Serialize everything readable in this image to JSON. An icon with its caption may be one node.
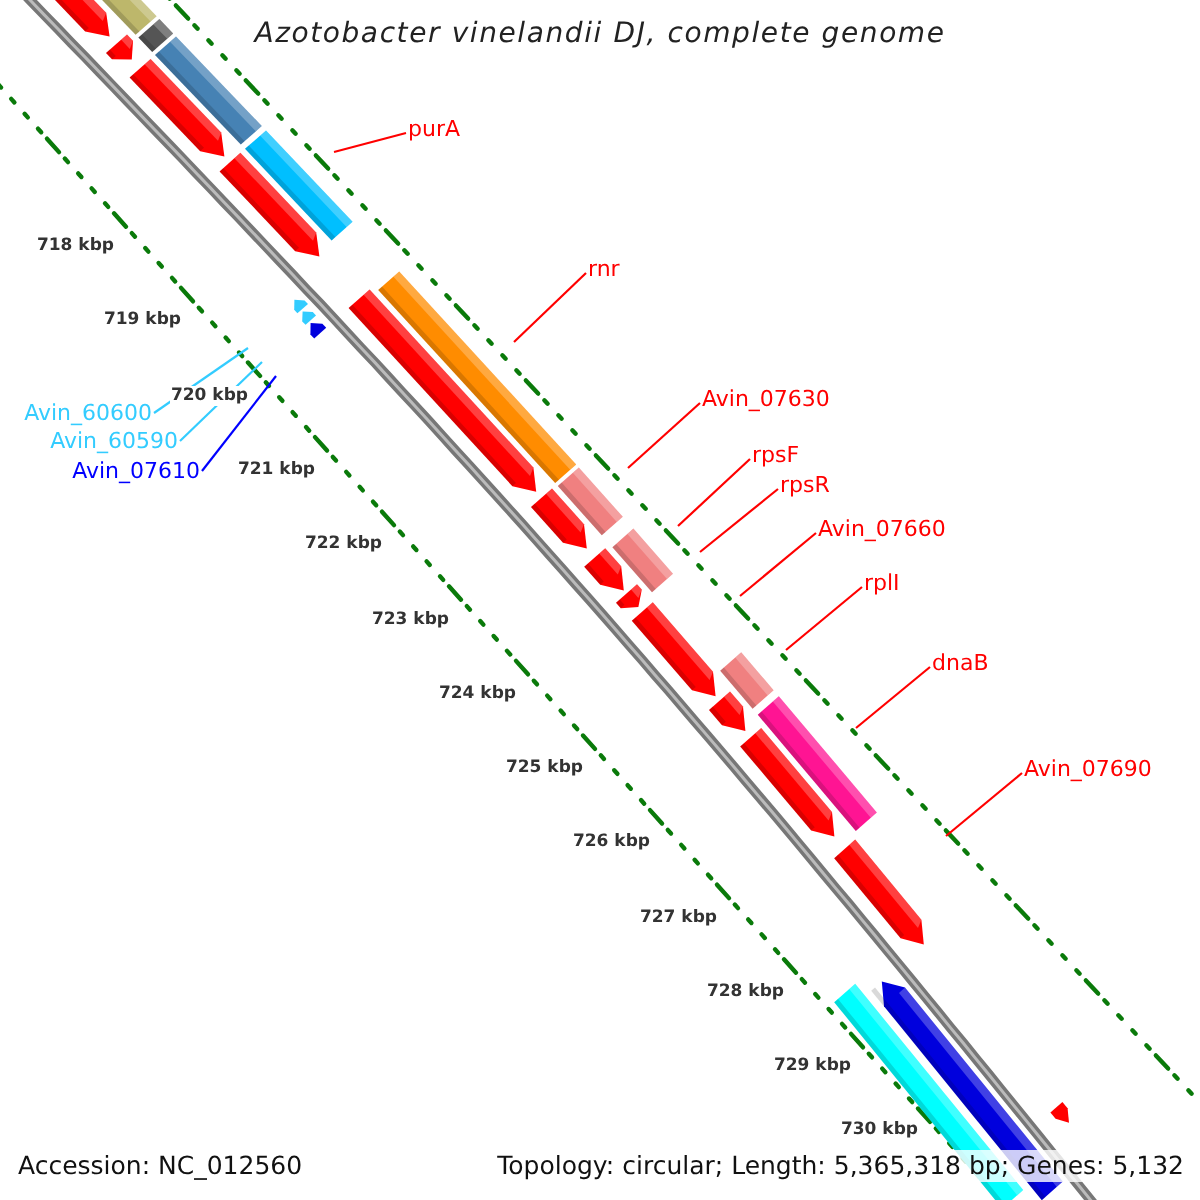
{
  "diagram": {
    "title": "Azotobacter vinelandii DJ, complete genome",
    "nodes": [
      {
        "text": [
          "purA"
        ]
      },
      {
        "text": [
          "rnr"
        ]
      },
      {
        "text": [
          "Avin_07630"
        ]
      },
      {
        "text": [
          "rpsF"
        ]
      },
      {
        "text": [
          "rpsR"
        ]
      },
      {
        "text": [
          "Avin_07660"
        ]
      },
      {
        "text": [
          "rplI"
        ]
      },
      {
        "text": [
          "dnaB"
        ]
      },
      {
        "text": [
          "Avin_07690"
        ]
      },
      {
        "text": [
          "Avin_60600"
        ]
      },
      {
        "text": [
          "Avin_60590"
        ]
      },
      {
        "text": [
          "Avin_07610"
        ]
      }
    ],
    "edges": [
      {
        "from": 0,
        "to": null,
        "arrow": "none"
      },
      {
        "from": 1,
        "to": null,
        "arrow": "none"
      },
      {
        "from": 2,
        "to": null,
        "arrow": "none"
      },
      {
        "from": 3,
        "to": null,
        "arrow": "none"
      },
      {
        "from": 4,
        "to": null,
        "arrow": "none"
      },
      {
        "from": 5,
        "to": null,
        "arrow": "none"
      },
      {
        "from": 6,
        "to": null,
        "arrow": "none"
      },
      {
        "from": 7,
        "to": null,
        "arrow": "none"
      },
      {
        "from": 8,
        "to": null,
        "arrow": "none"
      },
      {
        "from": 9,
        "to": null,
        "arrow": "none",
        "color": "#33ccff"
      },
      {
        "from": 10,
        "to": null,
        "arrow": "none",
        "color": "#33ccff"
      },
      {
        "from": 11,
        "to": null,
        "arrow": "none",
        "color": "#0000ff"
      }
    ],
    "labels": [
      "718 kbp",
      "719 kbp",
      "720 kbp",
      "721 kbp",
      "722 kbp",
      "723 kbp",
      "724 kbp",
      "725 kbp",
      "726 kbp",
      "727 kbp",
      "728 kbp",
      "729 kbp",
      "730 kbp",
      "Accession: NC_012560",
      "Topology: circular; Length: 5,365,318 bp; Genes: 5,132"
    ]
  }
}
